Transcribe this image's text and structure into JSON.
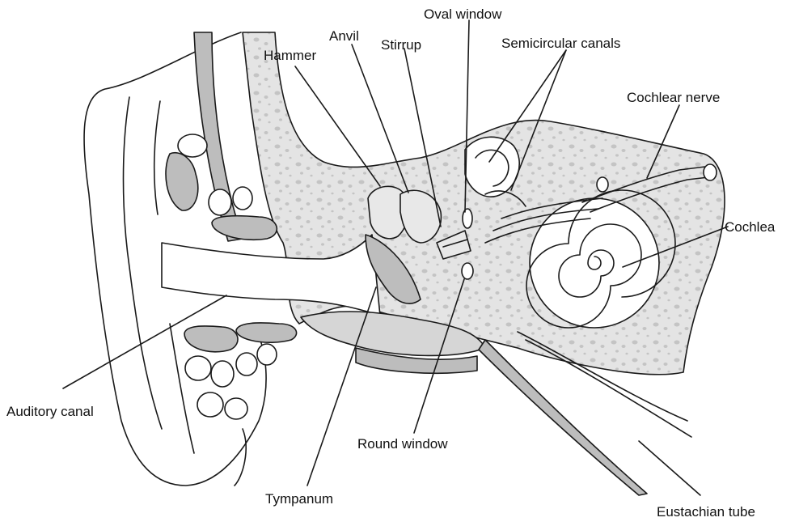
{
  "diagram": {
    "labels": {
      "oval_window": "Oval window",
      "anvil": "Anvil",
      "stirrup": "Stirrup",
      "hammer": "Hammer",
      "semicircular_canals": "Semicircular canals",
      "cochlear_nerve": "Cochlear nerve",
      "cochlea": "Cochlea",
      "auditory_canal": "Auditory canal",
      "round_window": "Round window",
      "tympanum": "Tympanum",
      "eustachian_tube": "Eustachian tube"
    },
    "colors": {
      "line": "#1a1a1a",
      "bone": "#d6d6d6",
      "tissue": "#bdbdbd",
      "background": "#ffffff"
    }
  }
}
